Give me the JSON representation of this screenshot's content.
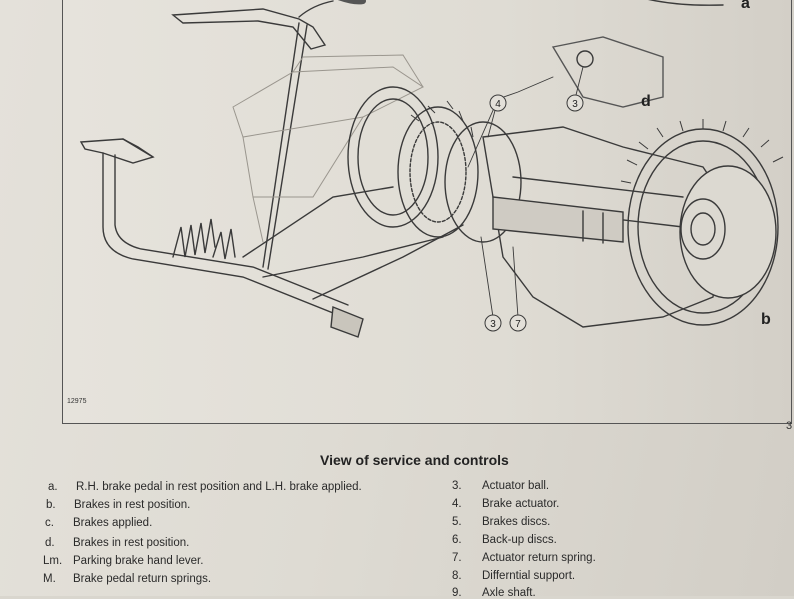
{
  "figure": {
    "id_label": "12975",
    "view_labels": [
      "a",
      "b",
      "d"
    ],
    "callouts": [
      "3",
      "4",
      "3",
      "7"
    ]
  },
  "page_number": "3",
  "caption": "View of service and controls",
  "legend_left": [
    {
      "key": "a.",
      "text": "R.H. brake pedal in rest position and L.H. brake applied."
    },
    {
      "key": "b.",
      "text": "Brakes in rest position."
    },
    {
      "key": "c.",
      "text": "Brakes applied."
    },
    {
      "key": "d.",
      "text": "Brakes in rest position."
    },
    {
      "key": "Lm.",
      "text": "Parking brake hand lever."
    },
    {
      "key": "M.",
      "text": "Brake pedal return springs."
    }
  ],
  "legend_right": [
    {
      "key": "3.",
      "text": "Actuator ball."
    },
    {
      "key": "4.",
      "text": "Brake actuator."
    },
    {
      "key": "5.",
      "text": "Brakes discs."
    },
    {
      "key": "6.",
      "text": "Back-up discs."
    },
    {
      "key": "7.",
      "text": "Actuator return spring."
    },
    {
      "key": "8.",
      "text": "Differntial support."
    },
    {
      "key": "9.",
      "text": "Axle shaft."
    }
  ]
}
